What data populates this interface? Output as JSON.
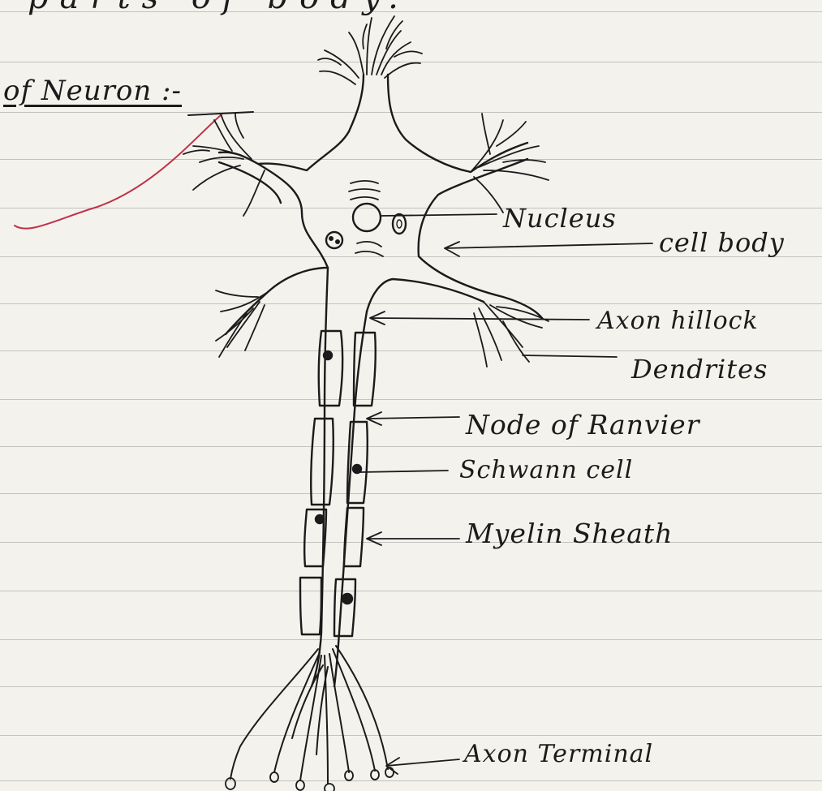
{
  "notes": {
    "top_fragment": "parts of body.",
    "heading": "of Neuron :-"
  },
  "labels": {
    "nucleus": "Nucleus",
    "cell_body": "cell body",
    "axon_hillock": "Axon hillock",
    "dendrites": "Dendrites",
    "node_of_ranvier": "Node of Ranvier",
    "schwann_cell": "Schwann cell",
    "myelin_sheath": "Myelin Sheath",
    "axon_terminal": "Axon Terminal"
  },
  "colors": {
    "ink": "#1b1b1b",
    "rule_line": "#9a9a9a",
    "margin_line": "#c0324a",
    "paper": "#f4f2ed"
  }
}
